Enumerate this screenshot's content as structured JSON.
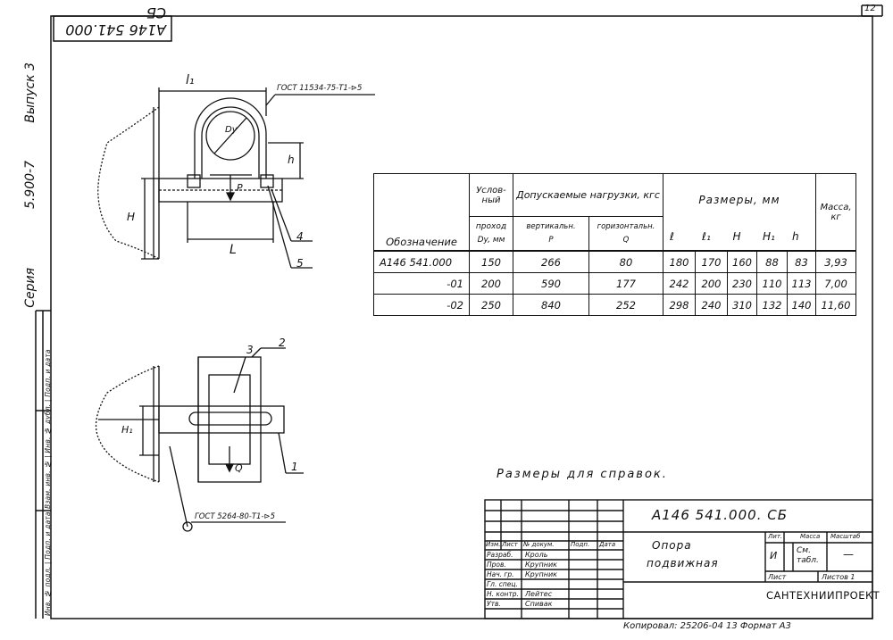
{
  "sheet": {
    "page_number": "12",
    "drawing_code_rotated": "А146 541.000 СБ",
    "side_series_label": "Серия",
    "side_series_value": "5.900-7",
    "side_issue": "Выпуск 3",
    "side_stamp_upper": "Взам. инв. № | Инв. № дубл. | Подп. и дата",
    "side_stamp_lower": "Инв. № подл. | Подп. и дата"
  },
  "drawing": {
    "dim_l1": "l₁",
    "dim_l": "L",
    "dim_H": "Н",
    "dim_h": "h",
    "dim_H1": "H₁",
    "label_dy": "Dy",
    "label_p": "P",
    "label_q": "Q",
    "weld_top": "ГОСТ 11534-75-Т1-⊳5",
    "weld_bottom": "ГОСТ 5264-80-Т1-⊳5",
    "callout_1": "1",
    "callout_2": "2",
    "callout_3": "3",
    "callout_4": "4",
    "callout_5": "5"
  },
  "table": {
    "h_designation": "Обозначение",
    "h_nominal_1": "Услов-ный",
    "h_nominal_2": "проход",
    "h_nominal_3": "Dy, мм",
    "h_loads": "Допускаемые нагрузки, кгс",
    "h_vertical": "вертикальн.",
    "h_horizontal": "горизонтальн.",
    "h_p": "P",
    "h_q": "Q",
    "h_sizes": "Размеры, мм",
    "h_size_cols": [
      "ℓ",
      "ℓ₁",
      "Н",
      "Н₁",
      "h"
    ],
    "h_mass": "Масса, кг",
    "rows": [
      {
        "designation": "А146 541.000",
        "dy": "150",
        "p": "266",
        "q": "80",
        "l": "180",
        "l1": "170",
        "H": "160",
        "H1": "88",
        "h": "83",
        "mass": "3,93"
      },
      {
        "designation": "-01",
        "dy": "200",
        "p": "590",
        "q": "177",
        "l": "242",
        "l1": "200",
        "H": "230",
        "H1": "110",
        "h": "113",
        "mass": "7,00"
      },
      {
        "designation": "-02",
        "dy": "250",
        "p": "840",
        "q": "252",
        "l": "298",
        "l1": "240",
        "H": "310",
        "H1": "132",
        "h": "140",
        "mass": "11,60"
      }
    ]
  },
  "note": "Размеры для справок.",
  "title_block": {
    "code": "А146 541.000. СБ",
    "name_1": "Опора",
    "name_2": "подвижная",
    "hdr_izm": "Изм.",
    "hdr_list": "Лист",
    "hdr_doc": "№ докум.",
    "hdr_sign": "Подп.",
    "hdr_date": "Дата",
    "roles": [
      "Разраб.",
      "Пров.",
      "Нач. гр.",
      "Гл. спец.",
      "Н. контр.",
      "Утв."
    ],
    "names": [
      "Кроль",
      "Крупник",
      "Крупник",
      "",
      "Лейтес",
      "Спивак"
    ],
    "lit_label": "Лит.",
    "mass_label": "Масса",
    "scale_label": "Масштаб",
    "lit_value": "И",
    "mass_value": "См. табл.",
    "scale_value": "—",
    "sheet_label": "Лист",
    "sheets_label": "Листов 1",
    "org": "САНТЕХНИИПРОЕКТ",
    "copy_line": "Копировал: 25206-04   13 Формат А3"
  }
}
